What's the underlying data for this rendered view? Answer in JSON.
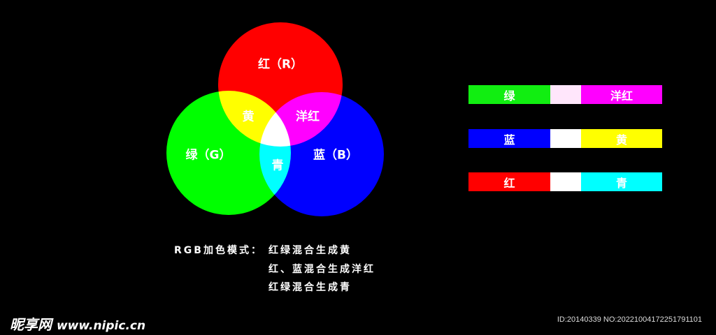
{
  "venn": {
    "circles": [
      {
        "name": "red",
        "label": "红（R）",
        "color": "#ff0000"
      },
      {
        "name": "green",
        "label": "绿（G）",
        "color": "#00ff00"
      },
      {
        "name": "blue",
        "label": "蓝（B）",
        "color": "#0000ff"
      }
    ],
    "overlaps": {
      "red_green": "黄",
      "red_blue": "洋红",
      "green_blue": "青"
    }
  },
  "bars": [
    {
      "left": "绿",
      "left_color": "#11ee11",
      "mid_color": "#ffe6fb",
      "right": "洋红",
      "right_color": "#ff00ff"
    },
    {
      "left": "蓝",
      "left_color": "#0000ff",
      "mid_color": "#ffffff",
      "right": "黄",
      "right_color": "#ffff00"
    },
    {
      "left": "红",
      "left_color": "#ff0000",
      "mid_color": "#ffffff",
      "right": "青",
      "right_color": "#00ffff"
    }
  ],
  "caption": {
    "prefix": "RGB加色模式：",
    "lines": [
      "红绿混合生成黄",
      "红、蓝混合生成洋红",
      "红绿混合生成青"
    ]
  },
  "watermark": {
    "logo": "昵享网",
    "url": "www.nipic.cn"
  },
  "id_text": "ID:20140339 NO:20221004172251791101"
}
